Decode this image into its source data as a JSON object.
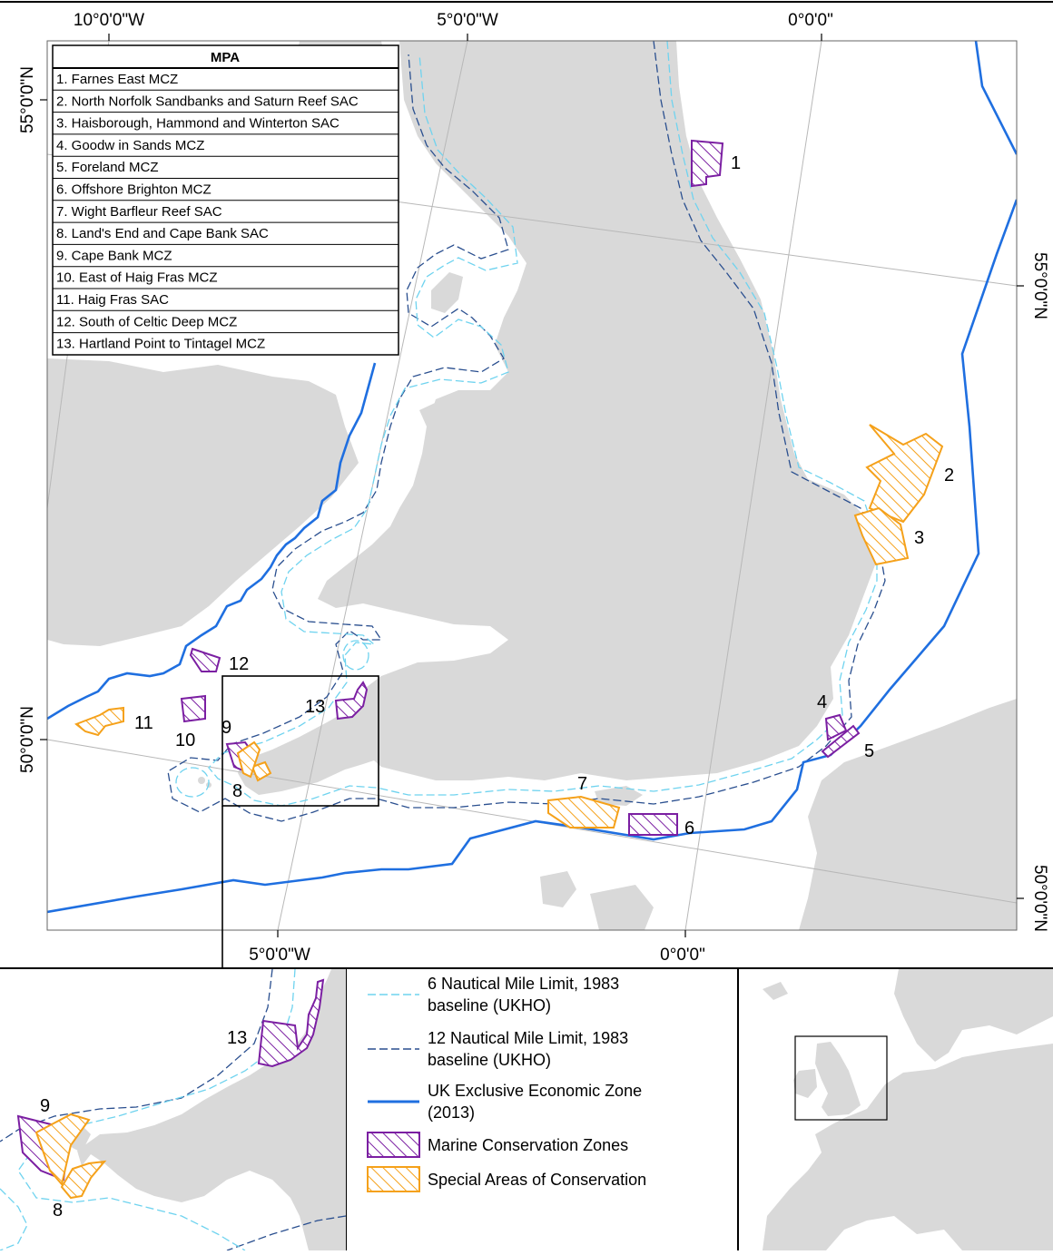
{
  "colors": {
    "land": "#d9d9d9",
    "sea": "#ffffff",
    "mcz": "#7b1fa2",
    "sac": "#f5a11a",
    "eez": "#1f6fe0",
    "limit6": "#6fd3ef",
    "limit12": "#2a4f8f"
  },
  "graticule_top": [
    "10°0'0\"W",
    "5°0'0\"W",
    "0°0'0\""
  ],
  "graticule_bottom": [
    "5°0'0\"W",
    "0°0'0\""
  ],
  "graticule_left": [
    "55°0'0\"N",
    "50°0'0\"N"
  ],
  "graticule_right": [
    "55°0'0\"N",
    "50°0'0\"N"
  ],
  "mpa_table": {
    "header": "MPA",
    "rows": [
      "1. Farnes East MCZ",
      "2. North Norfolk Sandbanks and Saturn Reef SAC",
      "3. Haisborough, Hammond and Winterton SAC",
      "4. Goodw in Sands MCZ",
      "5. Foreland MCZ",
      "6. Offshore Brighton MCZ",
      "7. Wight Barfleur Reef SAC",
      "8. Land's End and Cape Bank SAC",
      "9. Cape Bank MCZ",
      "10. East of Haig Fras MCZ",
      "11. Haig Fras SAC",
      "12. South of Celtic Deep MCZ",
      "13. Hartland Point to Tintagel MCZ"
    ]
  },
  "map_labels": [
    "1",
    "2",
    "3",
    "4",
    "5",
    "6",
    "7",
    "8",
    "9",
    "10",
    "11",
    "12",
    "13"
  ],
  "inset_labels": [
    "13",
    "9",
    "8"
  ],
  "legend": [
    {
      "icon": "limit6-line-icon",
      "label": "6 Nautical Mile Limit, 1983 baseline (UKHO)",
      "lines": [
        "6 Nautical Mile Limit, 1983",
        "baseline (UKHO)"
      ]
    },
    {
      "icon": "limit12-line-icon",
      "label": "12 Nautical Mile Limit, 1983 baseline (UKHO)",
      "lines": [
        "12 Nautical Mile Limit, 1983",
        "baseline (UKHO)"
      ]
    },
    {
      "icon": "eez-line-icon",
      "label": "UK Exclusive Economic Zone (2013)",
      "lines": [
        "UK Exclusive Economic Zone",
        "(2013)"
      ]
    },
    {
      "icon": "mcz-swatch-icon",
      "label": "Marine Conservation Zones",
      "lines": [
        "Marine Conservation Zones"
      ]
    },
    {
      "icon": "sac-swatch-icon",
      "label": "Special Areas of Conservation",
      "lines": [
        "Special Areas of Conservation"
      ]
    }
  ]
}
